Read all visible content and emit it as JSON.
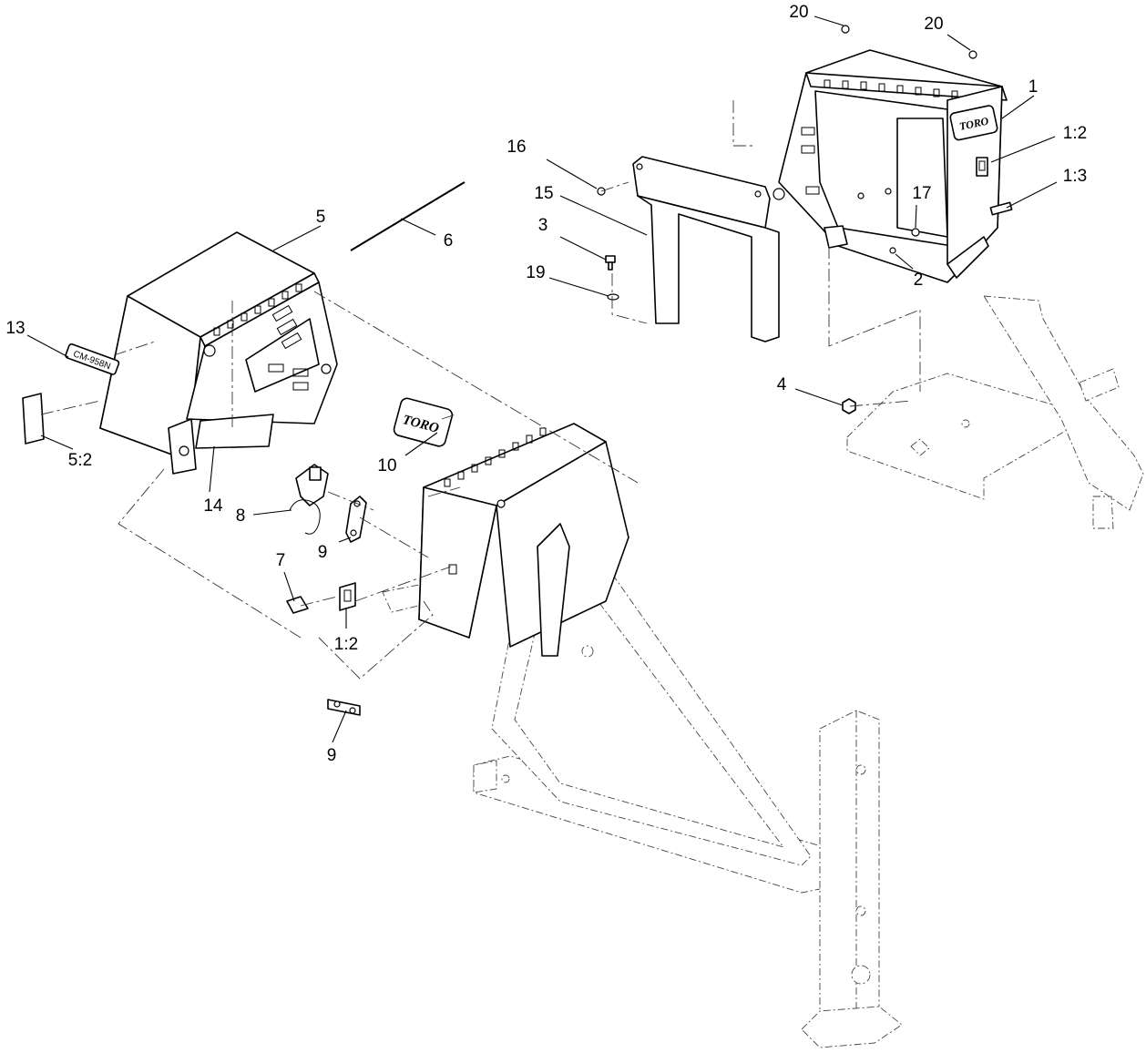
{
  "callouts": {
    "c20a": "20",
    "c20b": "20",
    "c1": "1",
    "c1_2_top": "1:2",
    "c1_3": "1:3",
    "c16": "16",
    "c15": "15",
    "c17": "17",
    "c3": "3",
    "c2": "2",
    "c19": "19",
    "c4": "4",
    "c5": "5",
    "c6": "6",
    "c13": "13",
    "c5_2": "5:2",
    "c14": "14",
    "c10": "10",
    "c8": "8",
    "c9a": "9",
    "c7": "7",
    "c1_2_bottom": "1:2",
    "c9b": "9"
  },
  "decals": {
    "toro_logo": "TORO",
    "model_decal": "CM-958N"
  },
  "colors": {
    "line": "#000000",
    "background": "#ffffff"
  }
}
